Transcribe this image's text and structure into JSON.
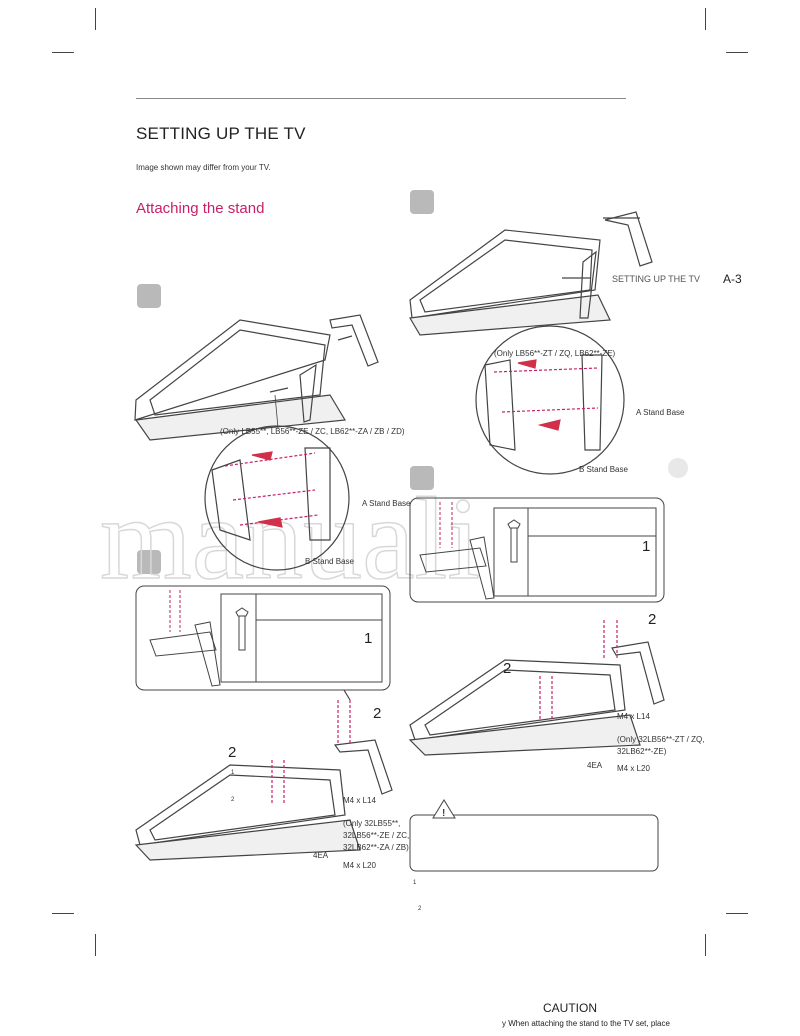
{
  "page": {
    "title": "SETTING UP THE TV",
    "subtitle": "Image shown may differ from your TV.",
    "section_title": "Attaching the stand",
    "side_header": "SETTING UP THE TV",
    "page_number": "A-3"
  },
  "step1": {
    "model_note": "(Only LB55**, LB56**-ZE / ZC, LB62**-ZA / ZB / ZD)",
    "label_a": "A Stand Base",
    "label_b": "B Stand Base"
  },
  "step2": {
    "model_note": "(Only LB56**-ZT / ZQ, LB62**-ZE)",
    "label_a": "A Stand Base",
    "label_b": "B Stand Base"
  },
  "left_assembly": {
    "num_1": "1",
    "num_2a": "2",
    "num_2b": "2",
    "small_1": "1",
    "small_2": "2",
    "screw_1": "M4 x L14",
    "note_line1": "(Only 32LB55**,",
    "note_line2": "32LB56**-ZE / ZC,",
    "note_line3": "32LB62**-ZA / ZB)",
    "screw_2": "M4 x L20",
    "qty": "4EA"
  },
  "right_assembly": {
    "num_1": "1",
    "num_2a": "2",
    "num_2b": "2",
    "screw_1": "M4 x L14",
    "note_line1": "(Only 32LB56**-ZT / ZQ,",
    "note_line2": "32LB62**-ZE)",
    "screw_2": "M4 x L20",
    "qty": "4EA"
  },
  "footer": {
    "mark_1": "1",
    "mark_2": "2"
  },
  "caution": {
    "title": "CAUTION",
    "text": "y When attaching the stand to the TV set, place"
  },
  "watermark": {
    "text": "manuali"
  },
  "colors": {
    "accent": "#c8206a",
    "arrow": "#d0304a",
    "line": "#444444",
    "badge": "#b9b9b9"
  }
}
